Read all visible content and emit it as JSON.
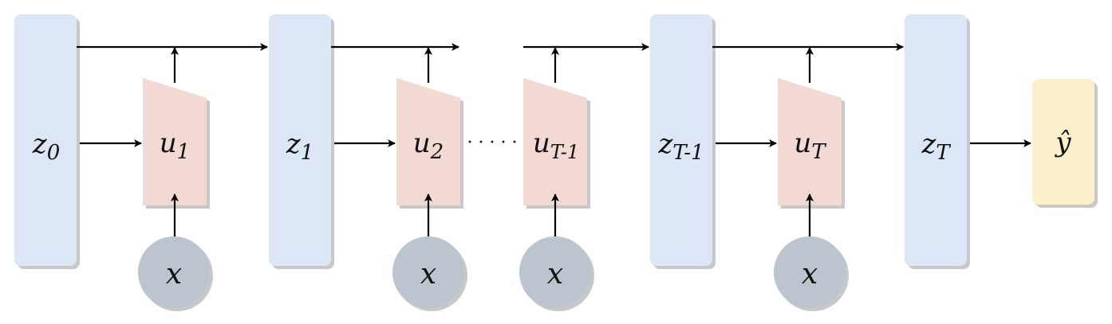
{
  "colors": {
    "latent_fill": "#dce6f7",
    "unit_fill": "#f3d9d3",
    "input_fill": "#bcc5cf",
    "output_fill": "#faf1cc",
    "arrow": "#000000",
    "shadow": "#c8c8c8"
  },
  "latents": [
    {
      "id": "z0",
      "main": "z",
      "sub": "0"
    },
    {
      "id": "z1",
      "main": "z",
      "sub": "1"
    },
    {
      "id": "zT-1",
      "main": "z",
      "sub": "T-1"
    },
    {
      "id": "zT",
      "main": "z",
      "sub": "T"
    }
  ],
  "units": [
    {
      "id": "u1",
      "main": "u",
      "sub": "1"
    },
    {
      "id": "u2",
      "main": "u",
      "sub": "2"
    },
    {
      "id": "uT-1",
      "main": "u",
      "sub": "T-1"
    },
    {
      "id": "uT",
      "main": "u",
      "sub": "T"
    }
  ],
  "inputs": [
    {
      "id": "x1",
      "label": "x"
    },
    {
      "id": "x2",
      "label": "x"
    },
    {
      "id": "x3",
      "label": "x"
    },
    {
      "id": "x4",
      "label": "x"
    }
  ],
  "output": {
    "id": "yhat",
    "label": "ŷ"
  },
  "ellipsis": "· · · · ·"
}
